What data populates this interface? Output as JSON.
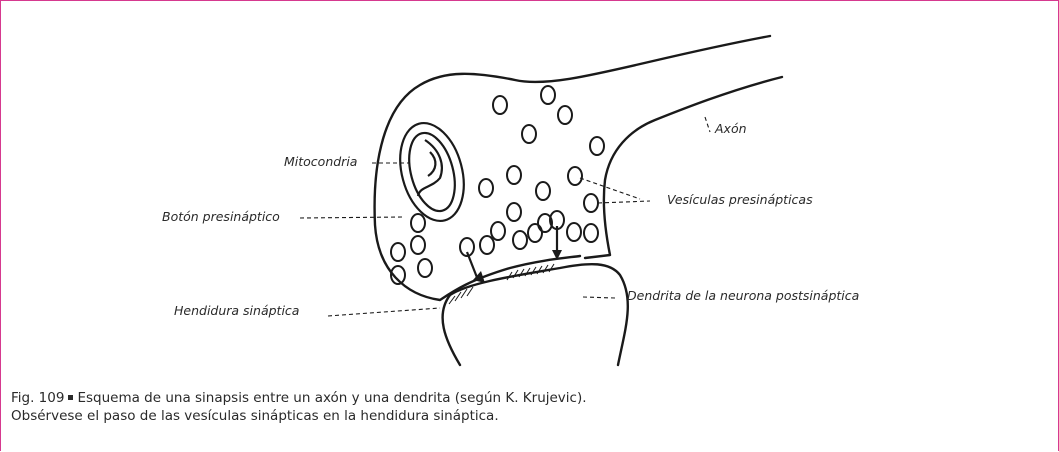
{
  "labels": {
    "axon": "Axón",
    "mitochondria": "Mitocondria",
    "vesicles": "Vesículas presinápticas",
    "bouton": "Botón presináptico",
    "dendrite": "Dendrita de la neurona postsináptica",
    "cleft": "Hendidura sináptica"
  },
  "caption": {
    "figure_number": "Fig. 109",
    "line1": "Esquema de una sinapsis entre un axón y una dendrita (según K. Krujevic).",
    "line2": "Obsérvese el paso de las vesículas sinápticas en la hendidura sináptica."
  },
  "colors": {
    "frame": "#d6398f",
    "ink": "#1a1a1a"
  }
}
